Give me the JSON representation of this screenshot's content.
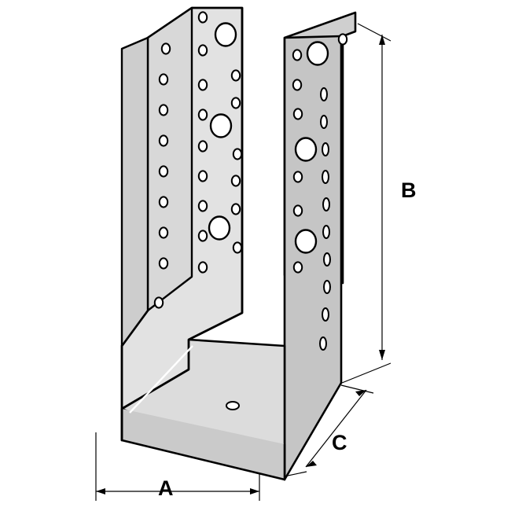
{
  "diagram": {
    "title": "Joist hanger dimension diagram",
    "subject": "perforated metal joist hanger, isometric view",
    "colors": {
      "outline": "#000000",
      "face_light": "#e8e8e8",
      "face_mid": "#d2d2d2",
      "face_dark": "#b9b9b9",
      "face_shadow": "#a8a8a8",
      "background": "#ffffff",
      "hole": "#ffffff",
      "label": "#000000"
    },
    "dimension_labels": [
      {
        "id": "A",
        "text": "A",
        "meaning": "width",
        "position": "bottom"
      },
      {
        "id": "B",
        "text": "B",
        "meaning": "height",
        "position": "right"
      },
      {
        "id": "C",
        "text": "C",
        "meaning": "depth",
        "position": "bottom-right"
      }
    ]
  }
}
